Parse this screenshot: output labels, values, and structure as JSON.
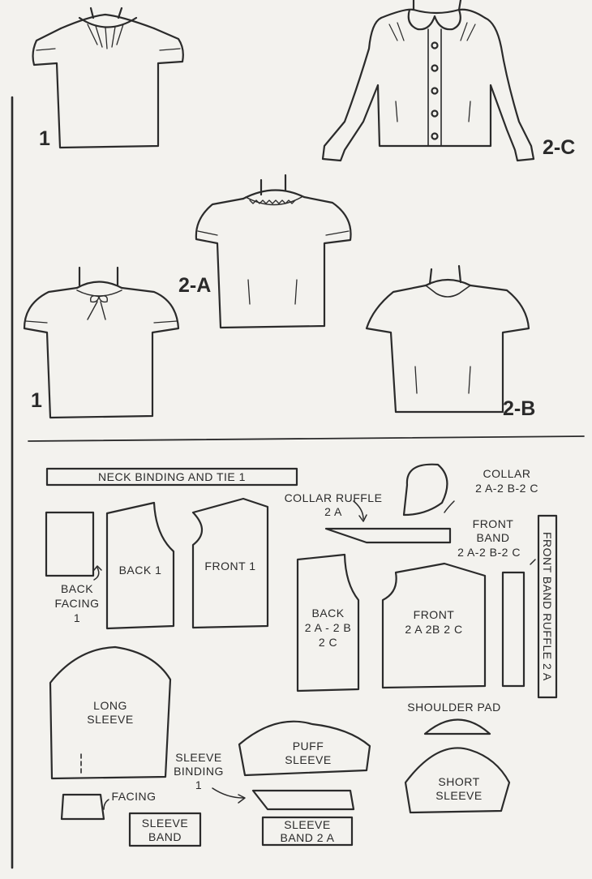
{
  "views": {
    "v1_top": "1",
    "v2c": "2-C",
    "v2a": "2-A",
    "v1_back": "1",
    "v2b": "2-B"
  },
  "pieces": {
    "neck_binding": "NECK BINDING AND TIE 1",
    "collar_title": "COLLAR",
    "collar_views": "2 A-2 B-2 C",
    "collar_ruffle_title": "COLLAR RUFFLE",
    "collar_ruffle_views": "2 A",
    "front_band_title": "FRONT",
    "front_band_title2": "BAND",
    "front_band_views": "2 A-2 B-2 C",
    "front_band_ruffle": "FRONT BAND RUFFLE 2 A",
    "back1": "BACK 1",
    "front1": "FRONT 1",
    "back_facing_1": "BACK",
    "back_facing_2": "FACING",
    "back_facing_3": "1",
    "back2_line1": "BACK",
    "back2_line2": "2 A - 2 B",
    "back2_line3": "2 C",
    "front2_line1": "FRONT",
    "front2_line2": "2 A 2B 2 C",
    "long_sleeve_1": "LONG",
    "long_sleeve_2": "SLEEVE",
    "facing": "FACING",
    "sleeve_band_1": "SLEEVE",
    "sleeve_band_2": "BAND",
    "sleeve_binding_1": "SLEEVE",
    "sleeve_binding_2": "BINDING",
    "sleeve_binding_3": "1",
    "puff_sleeve_1": "PUFF",
    "puff_sleeve_2": "SLEEVE",
    "sleeve_band2a_1": "SLEEVE",
    "sleeve_band2a_2": "BAND  2 A",
    "shoulder_pad": "SHOULDER PAD",
    "short_sleeve_1": "SHORT",
    "short_sleeve_2": "SLEEVE"
  }
}
